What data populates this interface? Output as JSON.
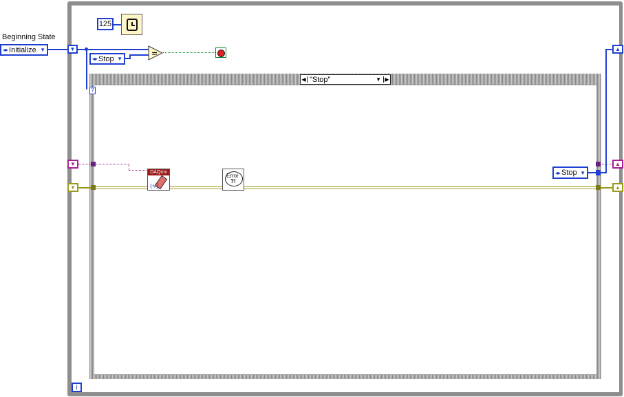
{
  "beginning_state": {
    "label": "Beginning State",
    "value": "Initialize"
  },
  "wait_timer": {
    "ms_value": "125",
    "icon": "clock-icon"
  },
  "stop_constant": {
    "value": "Stop"
  },
  "case_selector": {
    "value": "\"Stop\""
  },
  "right_stop_constant": {
    "value": "Stop"
  },
  "nodes": {
    "equal": {
      "symbol": "="
    },
    "daqmx_clear": {
      "header": "DAQmx",
      "icon": "eraser-icon"
    },
    "error_handler": {
      "line1": "Error",
      "line2": "?!"
    },
    "stop_terminal": {
      "icon": "stop-sign-icon"
    }
  },
  "case_selector_terminal": {
    "symbol": "?"
  },
  "iteration_terminal": {
    "symbol": "i"
  },
  "colors": {
    "enum_wire": "#1f3fd1",
    "error_wire": "#9a9a1e",
    "task_wire": "#a6218f",
    "frame": "#8e8e8e"
  }
}
